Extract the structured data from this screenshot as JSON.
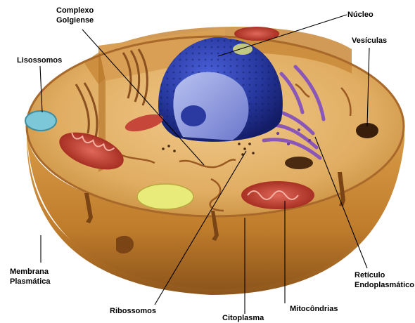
{
  "labels": {
    "golgi": [
      "Complexo",
      "Golgiense"
    ],
    "nucleus": [
      "Núcleo"
    ],
    "lysosomes": [
      "Lisossomos"
    ],
    "vesicles": [
      "Vesículas"
    ],
    "membrane": [
      "Membrana",
      "Plasmática"
    ],
    "er": [
      "Retículo",
      "Endoplasmático"
    ],
    "ribosomes": [
      "Ribossomos"
    ],
    "cytoplasm": [
      "Citoplasma"
    ],
    "mitochondria": [
      "Mitocôndrias"
    ]
  },
  "colors": {
    "cytoplasm": "#e3b265",
    "membrane": "#c0812f",
    "nucleus": "#26379d",
    "nucleus_cut": "#8f9be0",
    "er": "#8a56b8",
    "mitochondria": "#c53a2a",
    "lysosome": "#7cc8d8",
    "vesicle_yellow": "#e8eb7a",
    "leader_line": "#000000"
  }
}
